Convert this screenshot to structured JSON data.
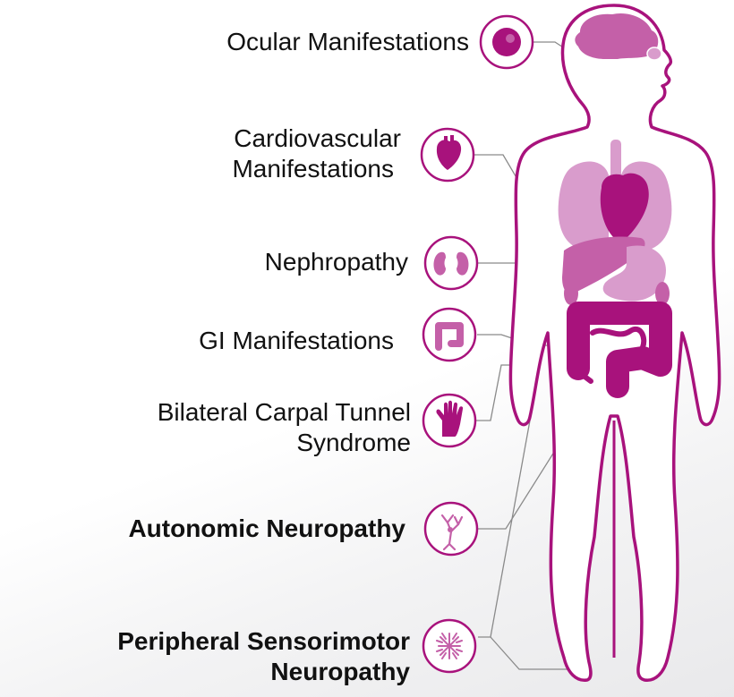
{
  "manifestations": [
    {
      "id": "ocular",
      "lines": [
        "Ocular Manifestations"
      ],
      "bold": false,
      "icon": "eye-icon"
    },
    {
      "id": "cardiovascular",
      "lines": [
        "Cardiovascular",
        "Manifestations"
      ],
      "bold": false,
      "icon": "heart-icon"
    },
    {
      "id": "nephropathy",
      "lines": [
        "Nephropathy"
      ],
      "bold": false,
      "icon": "kidney-icon"
    },
    {
      "id": "gi",
      "lines": [
        "GI Manifestations"
      ],
      "bold": false,
      "icon": "intestine-icon"
    },
    {
      "id": "carpal-tunnel",
      "lines": [
        "Bilateral Carpal Tunnel",
        "Syndrome"
      ],
      "bold": false,
      "icon": "hand-icon"
    },
    {
      "id": "autonomic",
      "lines": [
        "Autonomic Neuropathy"
      ],
      "bold": true,
      "icon": "neuron-icon"
    },
    {
      "id": "peripheral",
      "lines": [
        "Peripheral Sensorimotor",
        "Neuropathy"
      ],
      "bold": true,
      "icon": "nerve-branch-icon"
    }
  ],
  "colors": {
    "magenta": "#a8127c",
    "medium": "#c460a8",
    "light": "#d99ccc",
    "connector": "#888888",
    "text": "#111111"
  }
}
